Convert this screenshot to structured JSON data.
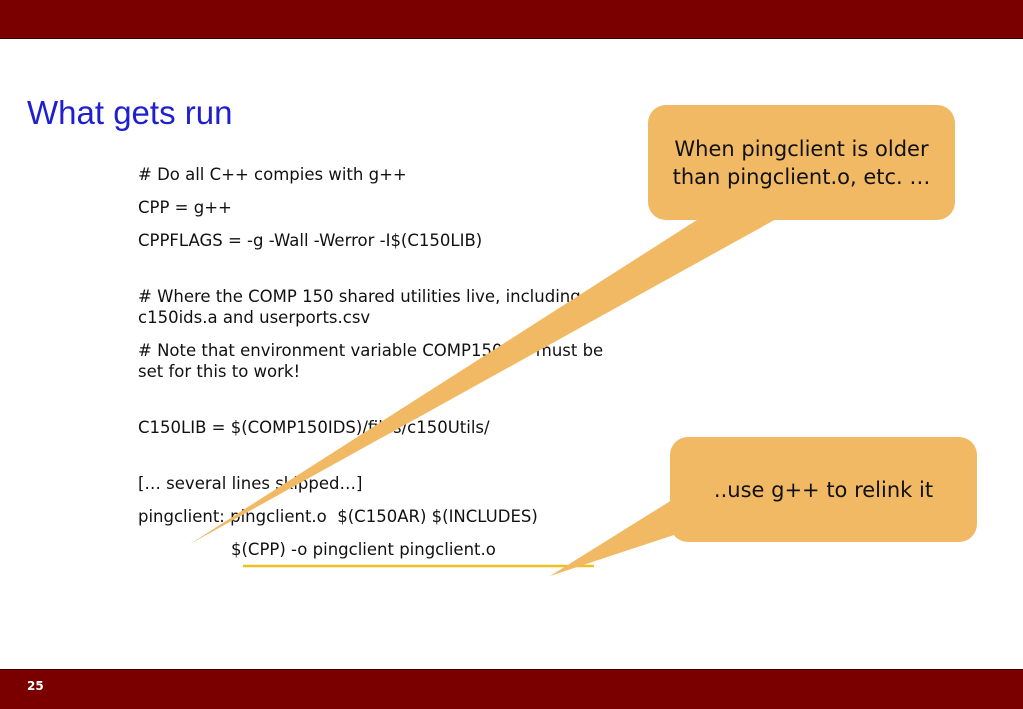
{
  "slide": {
    "title": "What gets run",
    "number": "25"
  },
  "code_lines": [
    "# Do all C++ compies with g++",
    "CPP = g++",
    "CPPFLAGS = -g -Wall -Werror -I$(C150LIB)",
    "# Where the COMP 150 shared utilities live, including c150ids.a and userports.csv",
    "# Note that environment variable COMP150IDS must be set for this to work!",
    "C150LIB = $(COMP150IDS)/files/c150Utils/",
    "[… several lines skipped…]",
    "pingclient: pingclient.o  $(C150AR) $(INCLUDES)",
    "$(CPP) -o pingclient pingclient.o"
  ],
  "callouts": [
    "When pingclient is older than pingclient.o, etc. …",
    "..use g++ to relink it"
  ],
  "colors": {
    "banner": "#7a0000",
    "title": "#1f1fd0",
    "callout": "#f1b964",
    "underline": "#f0c020"
  }
}
